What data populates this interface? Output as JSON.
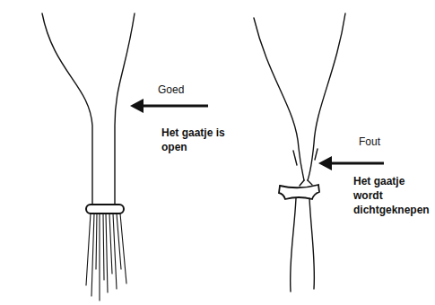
{
  "diagram": {
    "labels": [
      "Goed",
      "Het gaatje is open",
      "Fout",
      "Het gaatje wordt dichtgeknepen"
    ]
  }
}
